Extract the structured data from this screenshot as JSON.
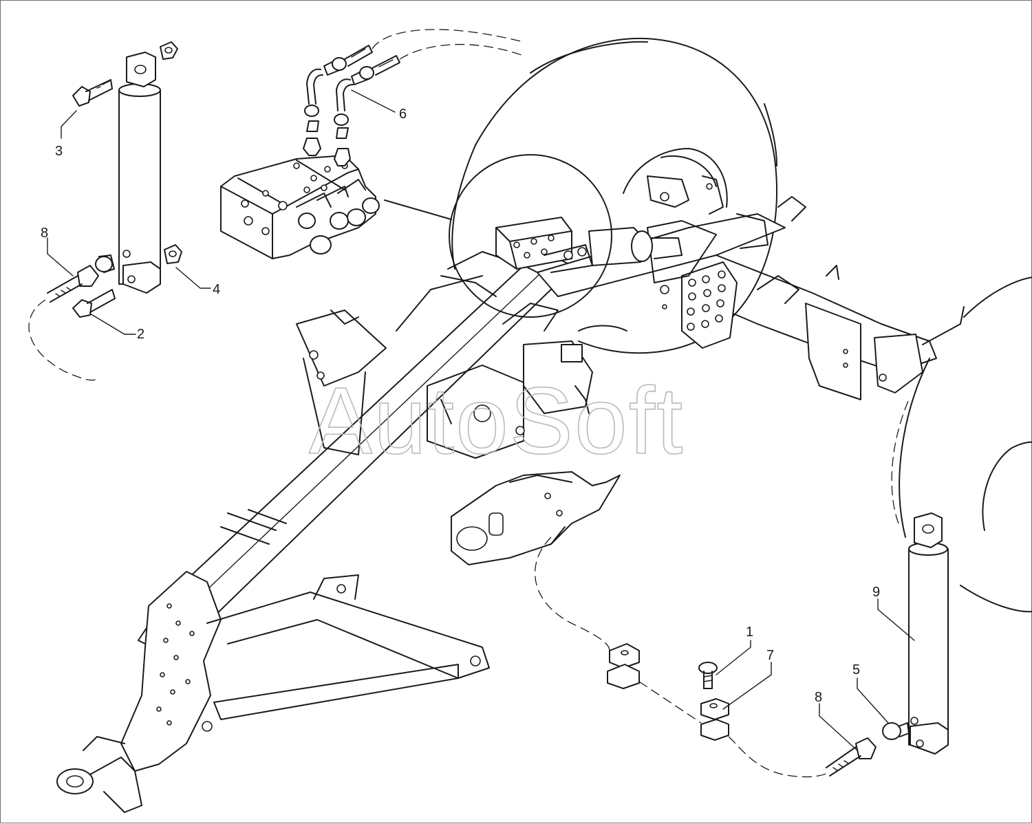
{
  "watermark": "AutoSoft",
  "callouts": {
    "c1": "1",
    "c2": "2",
    "c3": "3",
    "c4": "4",
    "c5": "5",
    "c6": "6",
    "c7": "7",
    "c8a": "8",
    "c8b": "8",
    "c9": "9"
  },
  "colors": {
    "line": "#1a1a1a",
    "watermark": "#b9b9b9",
    "background": "#ffffff"
  }
}
